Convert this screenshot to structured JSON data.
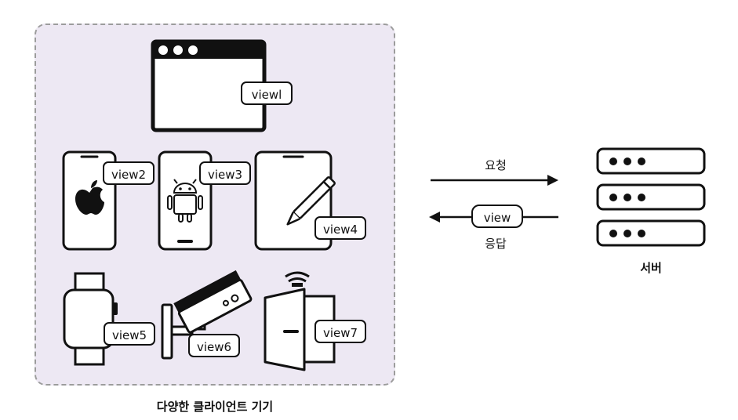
{
  "client_group": {
    "caption": "다양한 클라이언트 기기"
  },
  "devices": [
    {
      "tag": "viewl"
    },
    {
      "tag": "view2"
    },
    {
      "tag": "view3"
    },
    {
      "tag": "view4"
    },
    {
      "tag": "view5"
    },
    {
      "tag": "view6"
    },
    {
      "tag": "view7"
    }
  ],
  "flow": {
    "request_label": "요청",
    "response_label": "응답",
    "response_payload": "view"
  },
  "server": {
    "label": "서버"
  },
  "colors": {
    "group_bg": "#ede8f3",
    "stroke": "#111111"
  }
}
